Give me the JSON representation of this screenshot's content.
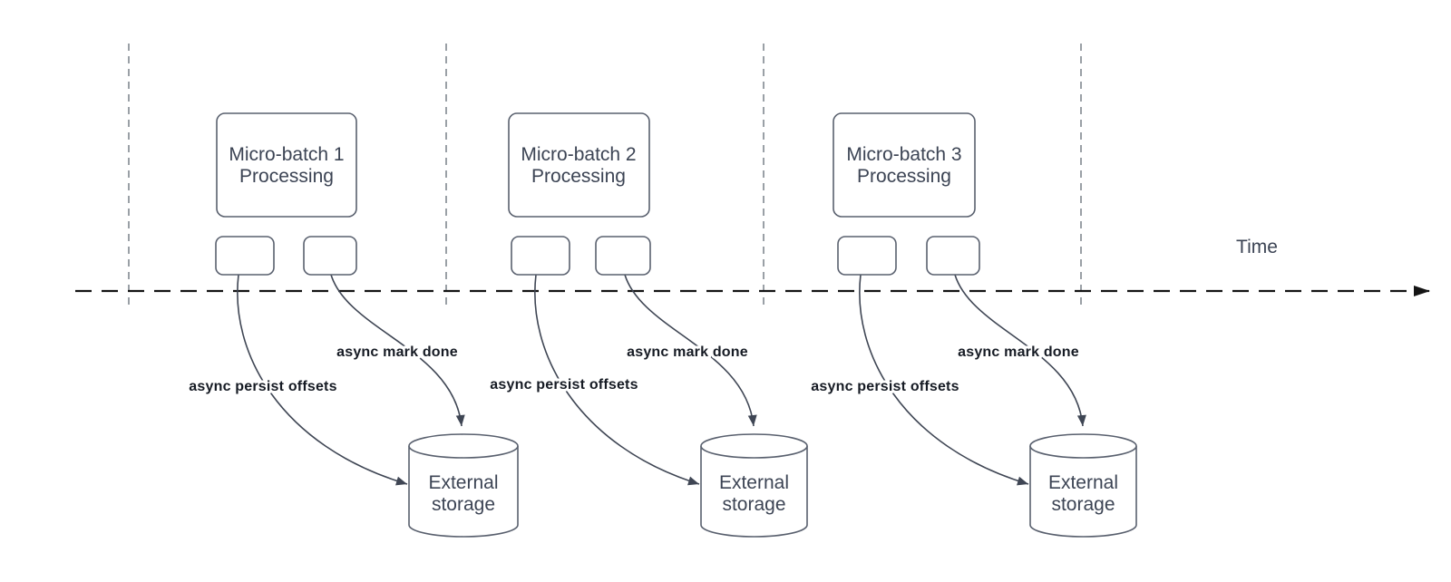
{
  "diagram": {
    "time_label": "Time",
    "groups": [
      {
        "title_line1": "Micro-batch 1",
        "title_line2": "Processing",
        "persist_label": "async persist offsets",
        "done_label": "async mark done",
        "storage_line1": "External",
        "storage_line2": "storage"
      },
      {
        "title_line1": "Micro-batch 2",
        "title_line2": "Processing",
        "persist_label": "async persist offsets",
        "done_label": "async mark done",
        "storage_line1": "External",
        "storage_line2": "storage"
      },
      {
        "title_line1": "Micro-batch 3",
        "title_line2": "Processing",
        "persist_label": "async persist offsets",
        "done_label": "async mark done",
        "storage_line1": "External",
        "storage_line2": "storage"
      }
    ],
    "colors": {
      "background": "#ffffff",
      "shape_stroke": "#59606e",
      "shape_text": "#3c4454",
      "label_text": "#161b24",
      "arrow": "#3f4654",
      "axis": "#141414",
      "guide": "#9aa0a6"
    }
  }
}
